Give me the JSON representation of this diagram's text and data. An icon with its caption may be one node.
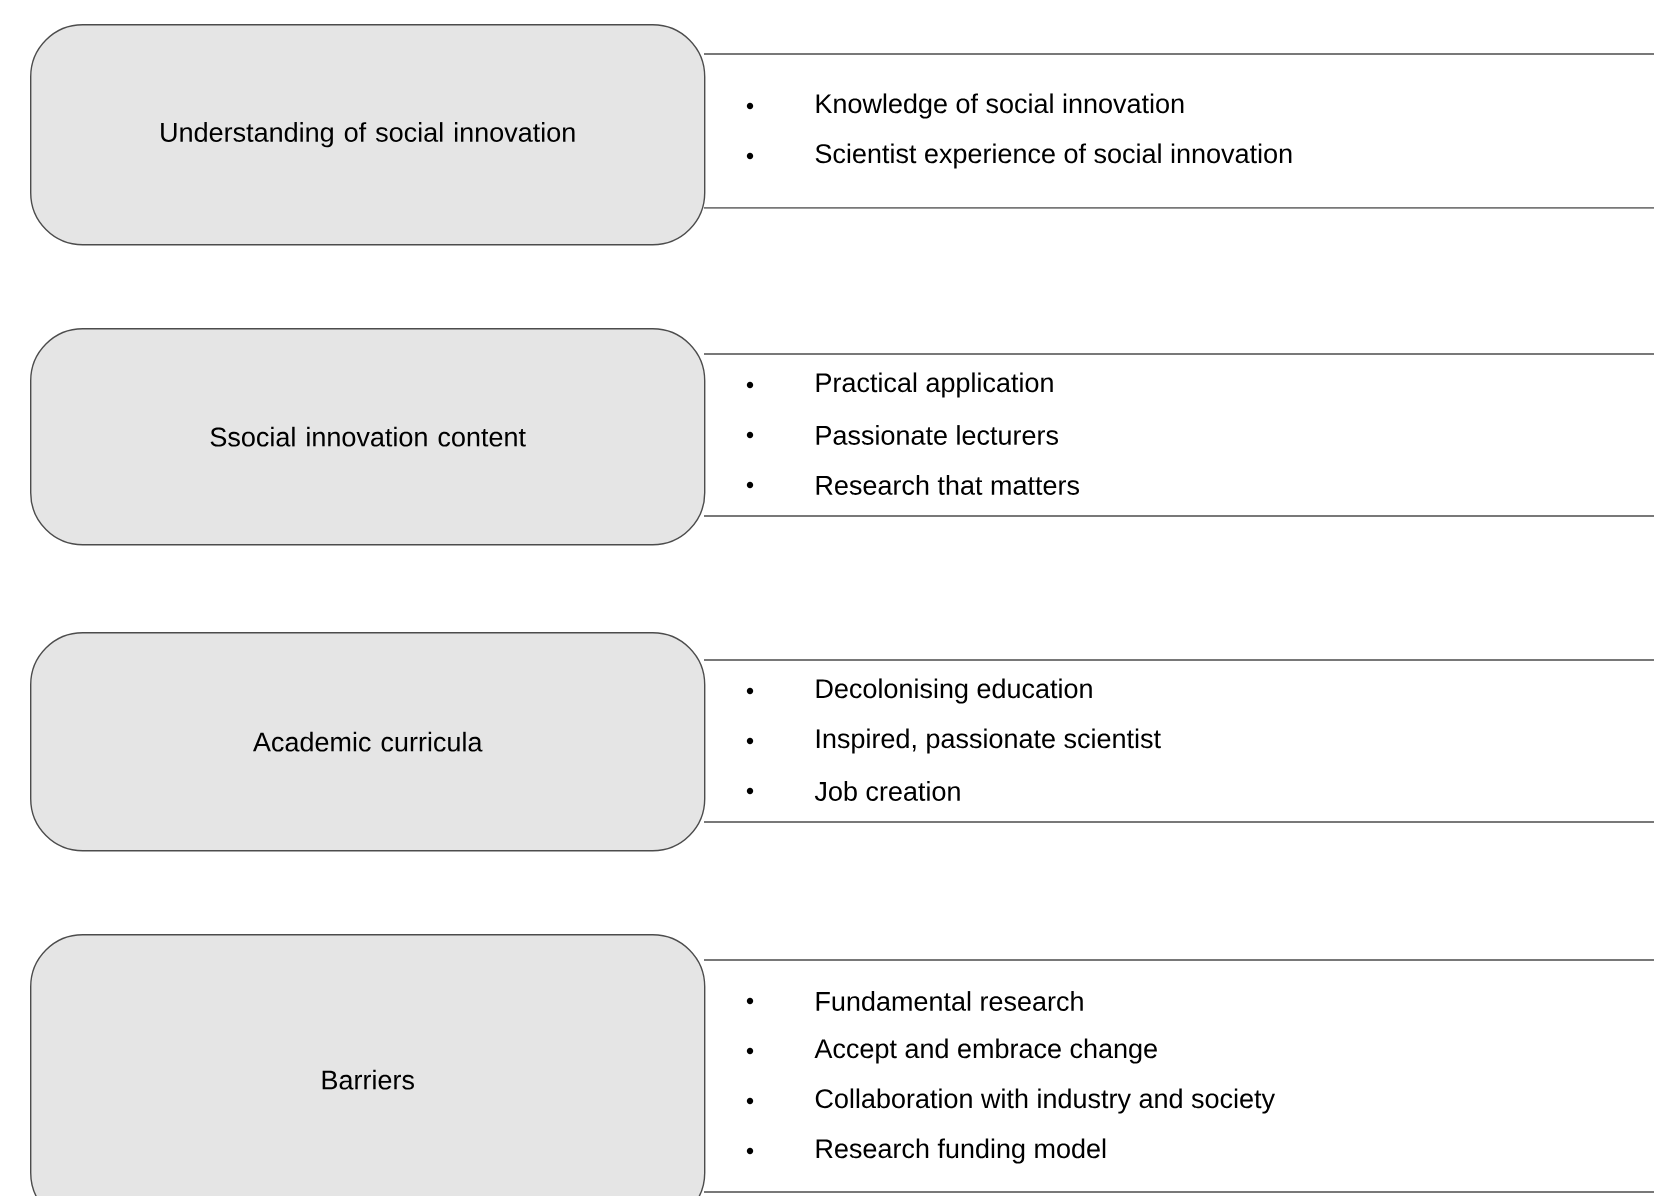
{
  "diagram": {
    "nodes": [
      {
        "text": [
          "Understanding of social innovation"
        ]
      },
      {
        "text": [
          "Knowledge of social innovation",
          "Scientist experience of social innovation"
        ]
      },
      {
        "text": [
          "Ssocial innovation content"
        ]
      },
      {
        "text": [
          "Practical application",
          "Passionate lecturers",
          "Research that matters"
        ]
      },
      {
        "text": [
          "Academic curricula"
        ]
      },
      {
        "text": [
          "Decolonising education",
          "Inspired, passionate scientist",
          "Job creation"
        ]
      },
      {
        "text": [
          "Barriers"
        ]
      },
      {
        "text": [
          "Fundamental research",
          "Accept and embrace change",
          "Collaboration with industry and society",
          "Research funding model"
        ]
      }
    ]
  }
}
